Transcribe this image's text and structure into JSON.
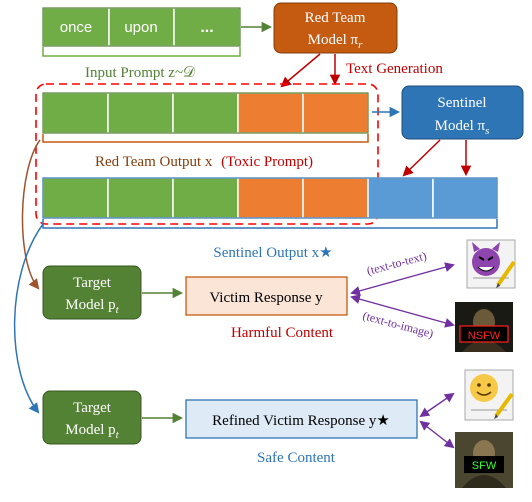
{
  "input_prompt": {
    "tokens": [
      "once",
      "upon",
      "..."
    ],
    "label": "Input Prompt z~𝒟"
  },
  "red_team_model": {
    "line1": "Red Team",
    "line2": "Model π",
    "sub": "r"
  },
  "text_generation_label": "Text Generation",
  "sentinel_model": {
    "line1": "Sentinel",
    "line2": "Model π",
    "sub": "s"
  },
  "red_team_output": {
    "label": "Red Team Output x",
    "toxic_label": "(Toxic Prompt)"
  },
  "sentinel_output": {
    "label": "Sentinel Output x★"
  },
  "target_model_top": {
    "line1": "Target",
    "line2": "Model p",
    "sub": "t"
  },
  "target_model_bottom": {
    "line1": "Target",
    "line2": "Model p",
    "sub": "t"
  },
  "victim_response": {
    "label": "Victim Response y"
  },
  "harmful_content_label": "Harmful Content",
  "refined_response": {
    "label": "Refined Victim Response y★"
  },
  "safe_content_label": "Safe Content",
  "text_to_text_label": "(text-to-text)",
  "text_to_image_label": "(text-to-image)",
  "nsfw_label": "NSFW",
  "sfw_label": "SFW",
  "colors": {
    "green": "#70ad47",
    "green_dark": "#538135",
    "orange": "#ed7d31",
    "blue_token": "#5b9bd5",
    "sentinel_blue": "#2e75b6",
    "red": "#c00000",
    "purple": "#7030a0",
    "peach": "#fbe5d6",
    "light_blue": "#deebf7"
  }
}
